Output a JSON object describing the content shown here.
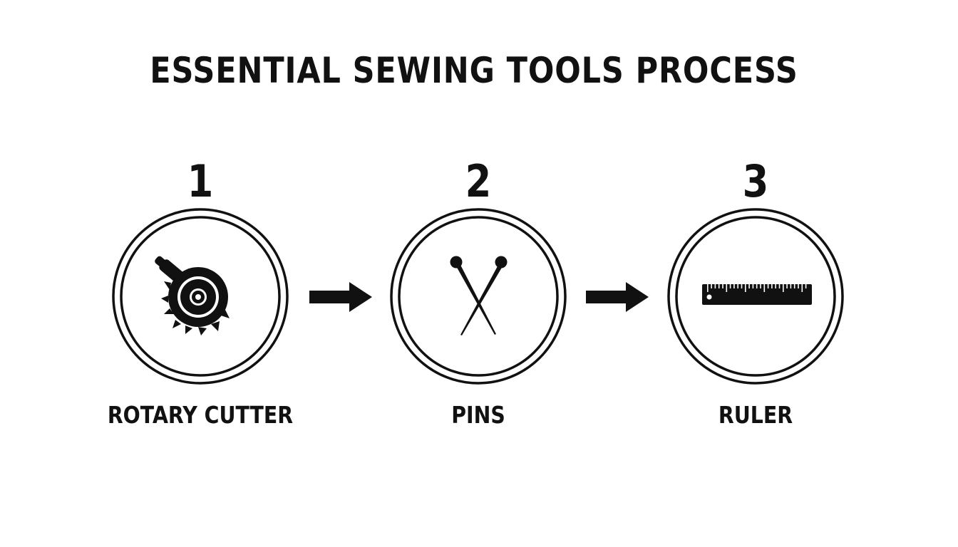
{
  "title": "ESSENTIAL SEWING TOOLS PROCESS",
  "colors": {
    "ink": "#111111",
    "background": "#ffffff"
  },
  "steps": [
    {
      "number": "1",
      "label": "ROTARY CUTTER",
      "icon": "rotary-cutter-icon"
    },
    {
      "number": "2",
      "label": "PINS",
      "icon": "pins-icon"
    },
    {
      "number": "3",
      "label": "RULER",
      "icon": "ruler-icon"
    }
  ]
}
